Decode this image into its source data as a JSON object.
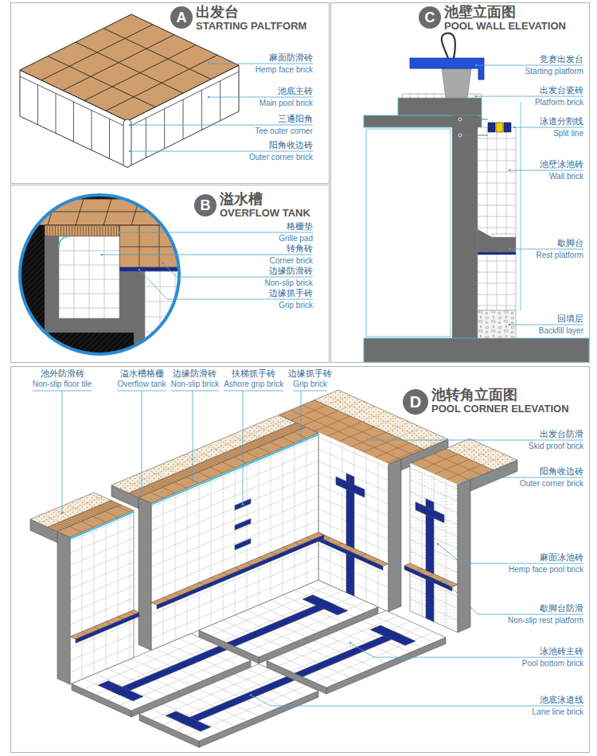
{
  "diagram": {
    "nodes": [
      {
        "text": [
          "出发台",
          "STARTING PALTFORM"
        ]
      },
      {
        "text": [
          "A"
        ],
        "in": 0
      },
      {
        "text": [
          "溢水槽",
          "OVERFLOW TANK"
        ]
      },
      {
        "text": [
          "B"
        ],
        "in": 2
      },
      {
        "text": [
          "池壁立面图",
          "POOL WALL ELEVATION"
        ]
      },
      {
        "text": [
          "C"
        ],
        "in": 4
      },
      {
        "text": [
          "池转角立面图",
          "POOL CORNER ELEVATION"
        ]
      },
      {
        "text": [
          "D"
        ],
        "in": 6
      }
    ],
    "labels": [
      "麻面防滑砖",
      "Hemp face brick",
      "池底主砖",
      "Main pool brick",
      "三通阳角",
      "Tee outer corner",
      "阳角收边砖",
      "Outer corner brick",
      "格栅垫",
      "Grille pad",
      "转角砖",
      "Corner brick",
      "边缘防滑砖",
      "Non-slip brick",
      "边缘抓手砖",
      "Grip brick",
      "竞赛出发台",
      "Starting platform",
      "出发台瓷砖",
      "Platform brick",
      "泳道分割线",
      "Split line",
      "池壁泳池砖",
      "Wall brick",
      "歇脚台",
      "Rest platform",
      "回填层",
      "Backfill layer",
      "池外防滑砖",
      "Non-slip floor tile",
      "溢水槽格栅",
      "Overflow tank",
      "边缘防滑砖",
      "Non-slip brick",
      "扶梯抓手砖",
      "Ashore grip brick",
      "边缘抓手砖",
      "Grip brick",
      "出发台防滑",
      "Skid proof brick",
      "阳角收边砖",
      "Outer corner brick",
      "麻面泳池砖",
      "Hemp face pool brick",
      "歇脚台防滑",
      "Non-slip rest platform",
      "泳池砖主砖",
      "Pool bottom brick",
      "池底泳道线",
      "Lane line brick"
    ]
  }
}
